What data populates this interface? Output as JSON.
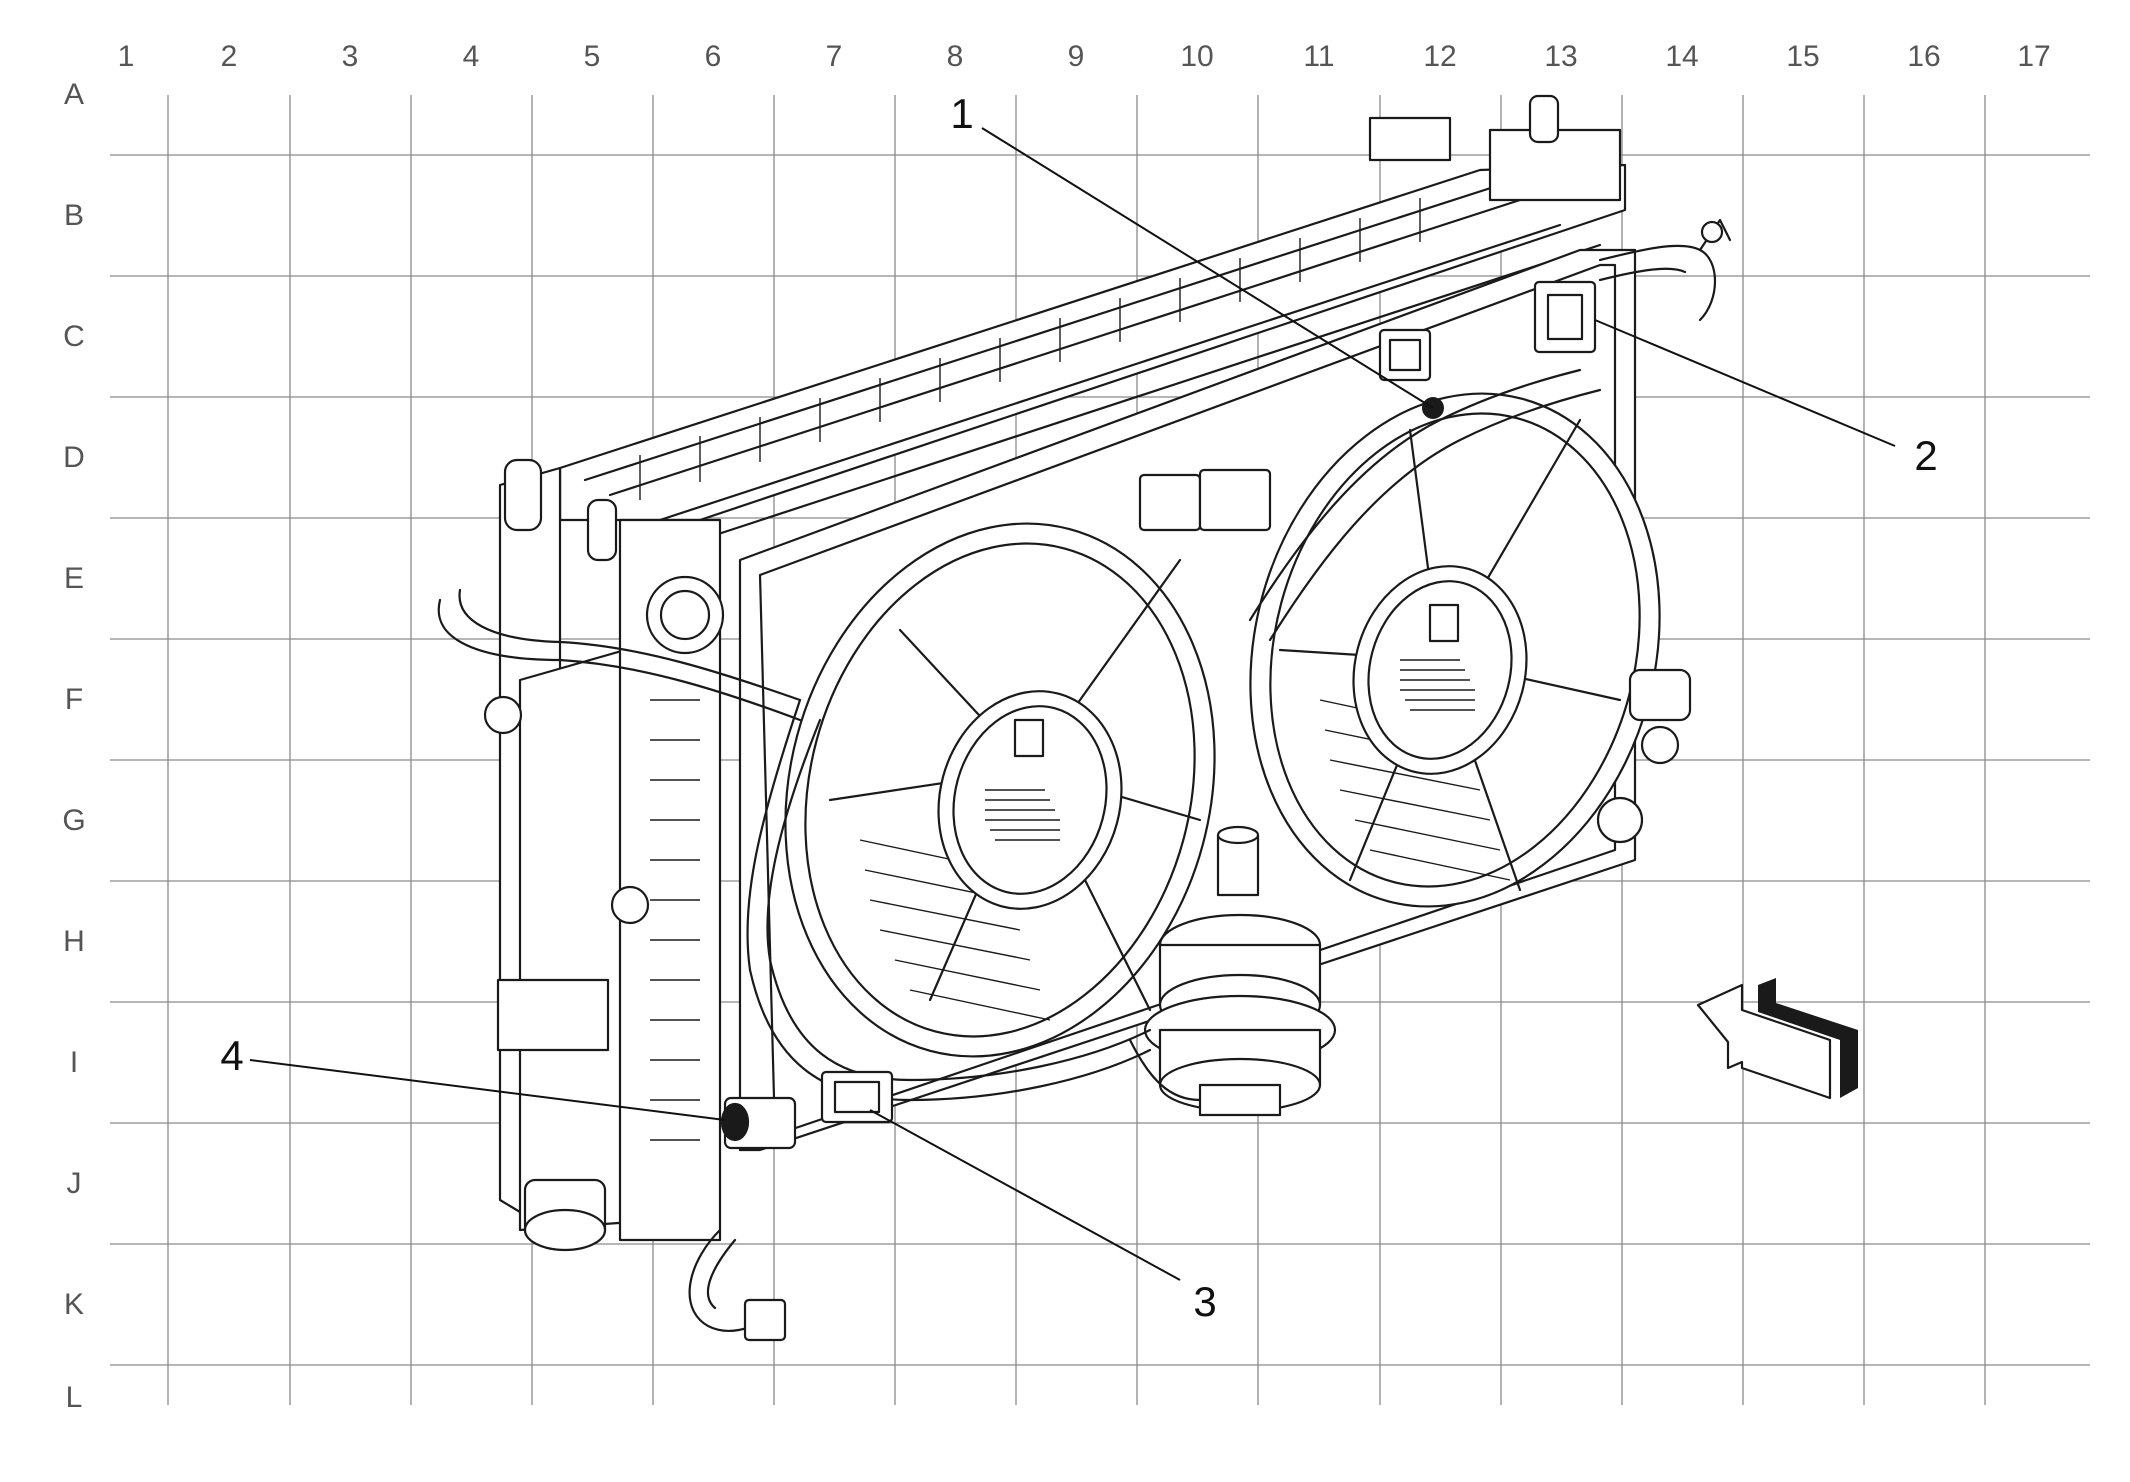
{
  "grid": {
    "columns": [
      "1",
      "2",
      "3",
      "4",
      "5",
      "6",
      "7",
      "8",
      "9",
      "10",
      "11",
      "12",
      "13",
      "14",
      "15",
      "16",
      "17"
    ],
    "rows": [
      "A",
      "B",
      "C",
      "D",
      "E",
      "F",
      "G",
      "H",
      "I",
      "J",
      "K",
      "L"
    ]
  },
  "callouts": [
    {
      "label": "1",
      "part": "connector"
    },
    {
      "label": "2",
      "part": "connector"
    },
    {
      "label": "3",
      "part": "connector"
    },
    {
      "label": "4",
      "part": "connector"
    }
  ],
  "illustration": {
    "subject": "radiator-and-cooling-fan-module",
    "fans": 2,
    "orientation_arrow": "front-of-vehicle-arrow-icon"
  }
}
